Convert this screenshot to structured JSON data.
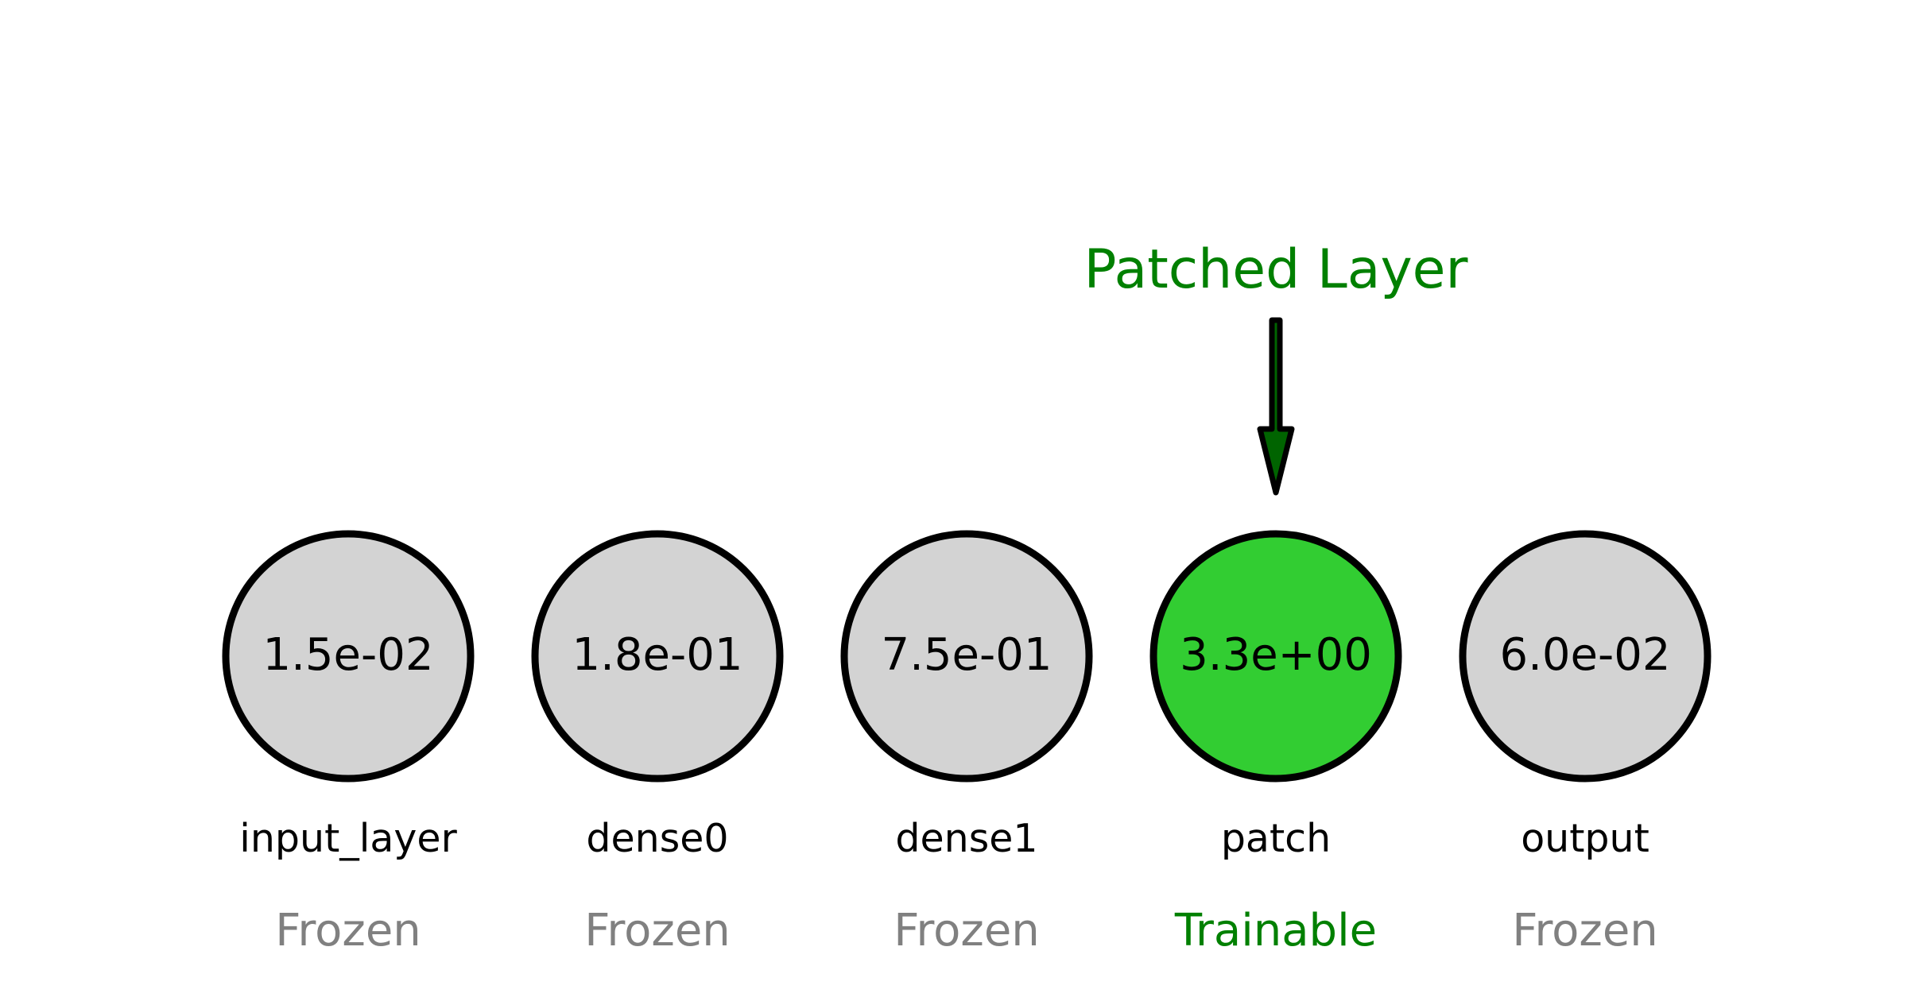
{
  "colors": {
    "frozen_fill": "#d3d3d3",
    "trainable_fill": "#32cd32",
    "frozen_text": "#808080",
    "trainable_text": "#008000",
    "outline": "#000000",
    "arrow_fill": "#006400"
  },
  "layers": [
    {
      "name": "input_layer",
      "value": "1.5e-02",
      "status": "Frozen",
      "trainable": false
    },
    {
      "name": "dense0",
      "value": "1.8e-01",
      "status": "Frozen",
      "trainable": false
    },
    {
      "name": "dense1",
      "value": "7.5e-01",
      "status": "Frozen",
      "trainable": false
    },
    {
      "name": "patch",
      "value": "3.3e+00",
      "status": "Trainable",
      "trainable": true
    },
    {
      "name": "output",
      "value": "6.0e-02",
      "status": "Frozen",
      "trainable": false
    }
  ],
  "callout": {
    "label": "Patched Layer",
    "target": "patch"
  }
}
